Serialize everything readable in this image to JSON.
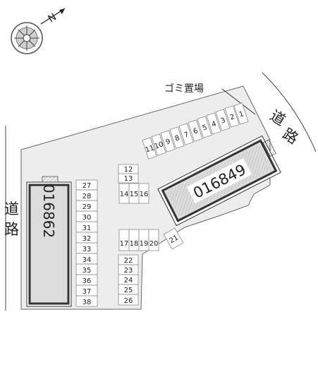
{
  "north_label": "N",
  "garbage_label": "ゴミ置場",
  "road_left": [
    "道",
    "路"
  ],
  "road_right": [
    "道",
    "路"
  ],
  "building_left_id": "016862",
  "building_right_id": "016849",
  "spots": {
    "top_row": [
      "1",
      "2",
      "3",
      "4",
      "5",
      "6",
      "7",
      "8",
      "9",
      "10",
      "11"
    ],
    "mid_stack": [
      "12",
      "13"
    ],
    "mid_block": [
      "14",
      "15",
      "16"
    ],
    "lower_block": [
      "17",
      "18",
      "19",
      "20"
    ],
    "angled": "21",
    "right_col": [
      "22",
      "23",
      "24",
      "25",
      "26"
    ],
    "left_col": [
      "27",
      "28",
      "29",
      "30",
      "31",
      "32",
      "33",
      "34",
      "35",
      "36",
      "37",
      "38"
    ]
  },
  "colors": {
    "lot": "#ededed",
    "building_fill": "#dcdcdc",
    "building_border": "#333333",
    "line": "#555555"
  }
}
